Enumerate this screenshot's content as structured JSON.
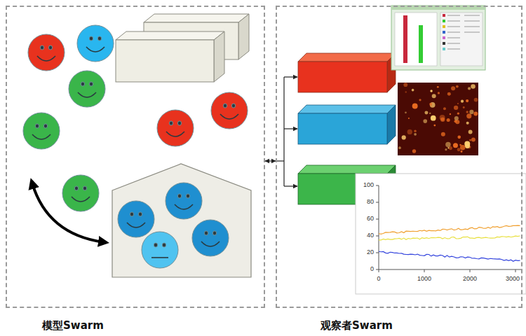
{
  "diagram": {
    "nodes": [
      {
        "text": [
          "模型Swarm"
        ]
      },
      {
        "text": [
          "观察者Swarm"
        ]
      }
    ],
    "edges": [
      {
        "from": 0,
        "to": 1,
        "arrow": "both"
      }
    ],
    "labels": [
      "100",
      "80",
      "60",
      "40",
      "20",
      "0",
      "0",
      "1000",
      "2000",
      "3000"
    ]
  }
}
